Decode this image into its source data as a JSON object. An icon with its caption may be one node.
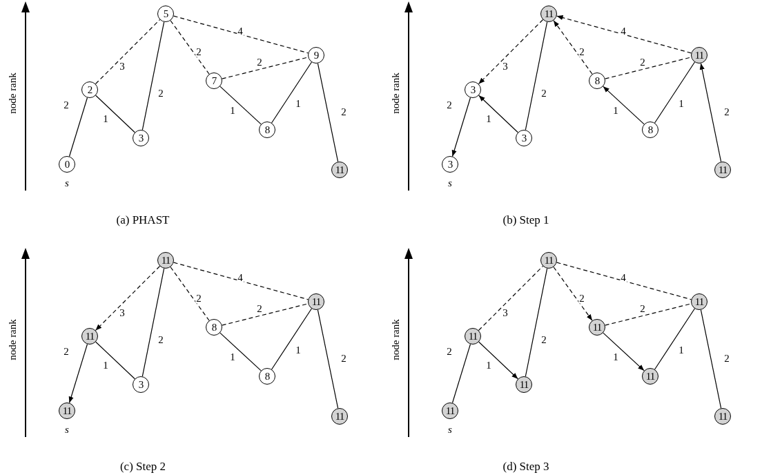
{
  "diagram": {
    "nodes": [
      {
        "text": [
          "0"
        ],
        "beside": [
          "s"
        ]
      },
      {
        "text": [
          "2"
        ]
      },
      {
        "text": [
          "3"
        ]
      },
      {
        "text": [
          "5"
        ]
      },
      {
        "text": [
          "7"
        ]
      },
      {
        "text": [
          "8"
        ]
      },
      {
        "text": [
          "9"
        ]
      },
      {
        "text": [
          "11"
        ]
      },
      {
        "text": [
          "3"
        ],
        "beside": [
          "s"
        ]
      },
      {
        "text": [
          "3"
        ]
      },
      {
        "text": [
          "3"
        ]
      },
      {
        "text": [
          "11"
        ]
      },
      {
        "text": [
          "8"
        ]
      },
      {
        "text": [
          "8"
        ]
      },
      {
        "text": [
          "11"
        ]
      },
      {
        "text": [
          "11"
        ]
      },
      {
        "text": [
          "11"
        ],
        "beside": [
          "s"
        ]
      },
      {
        "text": [
          "11"
        ]
      },
      {
        "text": [
          "3"
        ]
      },
      {
        "text": [
          "11"
        ]
      },
      {
        "text": [
          "8"
        ]
      },
      {
        "text": [
          "8"
        ]
      },
      {
        "text": [
          "11"
        ]
      },
      {
        "text": [
          "11"
        ]
      },
      {
        "text": [
          "11"
        ],
        "beside": [
          "s"
        ]
      },
      {
        "text": [
          "11"
        ]
      },
      {
        "text": [
          "11"
        ]
      },
      {
        "text": [
          "11"
        ]
      },
      {
        "text": [
          "11"
        ]
      },
      {
        "text": [
          "11"
        ]
      },
      {
        "text": [
          "11"
        ]
      },
      {
        "text": [
          "11"
        ]
      }
    ],
    "edges": [
      {
        "from": 0,
        "to": 1,
        "arrow": "none",
        "label": "2"
      },
      {
        "from": 1,
        "to": 2,
        "arrow": "none",
        "label": "1"
      },
      {
        "from": 2,
        "to": 3,
        "arrow": "none",
        "label": "2"
      },
      {
        "from": 1,
        "to": 3,
        "arrow": "none",
        "label": "3",
        "style": "dashed"
      },
      {
        "from": 3,
        "to": 4,
        "arrow": "none",
        "label": "2",
        "style": "dashed"
      },
      {
        "from": 3,
        "to": 6,
        "arrow": "none",
        "label": "4",
        "style": "dashed"
      },
      {
        "from": 4,
        "to": 6,
        "arrow": "none",
        "label": "2",
        "style": "dashed"
      },
      {
        "from": 4,
        "to": 5,
        "arrow": "none",
        "label": "1"
      },
      {
        "from": 5,
        "to": 6,
        "arrow": "none",
        "label": "1"
      },
      {
        "from": 6,
        "to": 7,
        "arrow": "none",
        "label": "2"
      },
      {
        "from": 9,
        "to": 8,
        "arrow": "to",
        "label": "2"
      },
      {
        "from": 10,
        "to": 9,
        "arrow": "to",
        "label": "1"
      },
      {
        "from": 10,
        "to": 11,
        "arrow": "none",
        "label": "2"
      },
      {
        "from": 11,
        "to": 9,
        "arrow": "to",
        "label": "3",
        "style": "dashed"
      },
      {
        "from": 12,
        "to": 11,
        "arrow": "to",
        "label": "2",
        "style": "dashed"
      },
      {
        "from": 14,
        "to": 11,
        "arrow": "to",
        "label": "4",
        "style": "dashed"
      },
      {
        "from": 12,
        "to": 14,
        "arrow": "none",
        "label": "2",
        "style": "dashed"
      },
      {
        "from": 13,
        "to": 12,
        "arrow": "to",
        "label": "1"
      },
      {
        "from": 13,
        "to": 14,
        "arrow": "none",
        "label": "1"
      },
      {
        "from": 15,
        "to": 14,
        "arrow": "to",
        "label": "2"
      },
      {
        "from": 17,
        "to": 16,
        "arrow": "to",
        "label": "2"
      },
      {
        "from": 17,
        "to": 18,
        "arrow": "none",
        "label": "1"
      },
      {
        "from": 18,
        "to": 19,
        "arrow": "none",
        "label": "2"
      },
      {
        "from": 19,
        "to": 17,
        "arrow": "to",
        "label": "3",
        "style": "dashed"
      },
      {
        "from": 19,
        "to": 20,
        "arrow": "none",
        "label": "2",
        "style": "dashed"
      },
      {
        "from": 19,
        "to": 22,
        "arrow": "none",
        "label": "4",
        "style": "dashed"
      },
      {
        "from": 20,
        "to": 22,
        "arrow": "none",
        "label": "2",
        "style": "dashed"
      },
      {
        "from": 20,
        "to": 21,
        "arrow": "none",
        "label": "1"
      },
      {
        "from": 21,
        "to": 22,
        "arrow": "none",
        "label": "1"
      },
      {
        "from": 22,
        "to": 23,
        "arrow": "none",
        "label": "2"
      },
      {
        "from": 24,
        "to": 25,
        "arrow": "none",
        "label": "2"
      },
      {
        "from": 25,
        "to": 26,
        "arrow": "to",
        "label": "1"
      },
      {
        "from": 26,
        "to": 27,
        "arrow": "none",
        "label": "2"
      },
      {
        "from": 25,
        "to": 27,
        "arrow": "none",
        "label": "3",
        "style": "dashed"
      },
      {
        "from": 27,
        "to": 28,
        "arrow": "to",
        "label": "2",
        "style": "dashed"
      },
      {
        "from": 27,
        "to": 30,
        "arrow": "none",
        "label": "4",
        "style": "dashed"
      },
      {
        "from": 28,
        "to": 30,
        "arrow": "none",
        "label": "2",
        "style": "dashed"
      },
      {
        "from": 28,
        "to": 29,
        "arrow": "to",
        "label": "1"
      },
      {
        "from": 29,
        "to": 30,
        "arrow": "none",
        "label": "1"
      },
      {
        "from": 30,
        "to": 31,
        "arrow": "none",
        "label": "2"
      }
    ],
    "labels": [
      "node rank",
      "(a) PHAST",
      "node rank",
      "(b) Step 1",
      "node rank",
      "(c) Step 2",
      "node rank",
      "(d) Step 3"
    ]
  }
}
